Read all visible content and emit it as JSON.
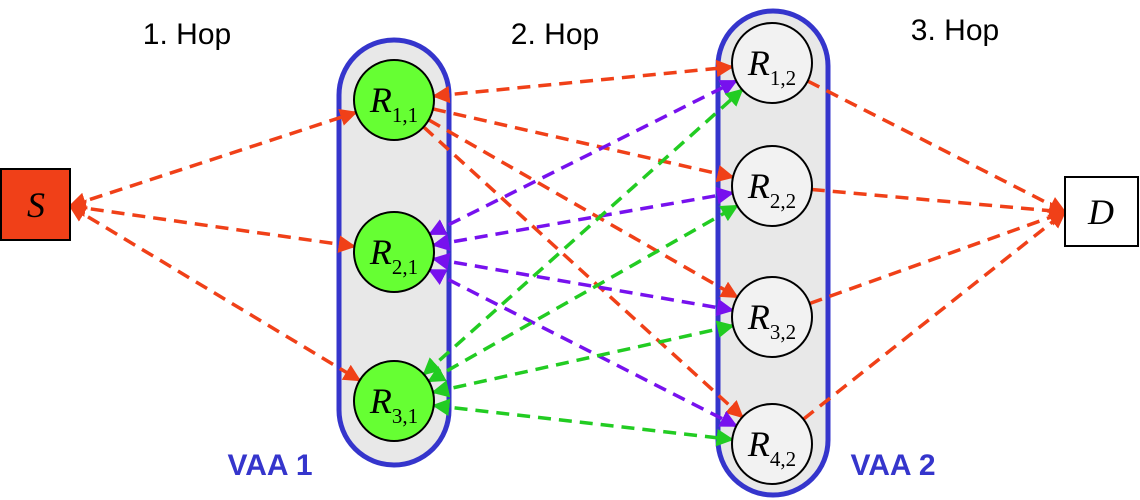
{
  "colors": {
    "vaa_border": "#3535cc",
    "vaa_fill": "#e8e8e8",
    "vaa1_node_fill": "#66ff33",
    "vaa2_node_fill": "#f2f2f2",
    "source_fill": "#f04018",
    "destination_fill": "#ffffff",
    "red_arrow": "#f04018",
    "purple_arrow": "#7711ee",
    "green_arrow": "#22cc22",
    "label_blue": "#3535cc"
  },
  "hops": {
    "hop1": "1. Hop",
    "hop2": "2. Hop",
    "hop3": "3. Hop"
  },
  "groups": {
    "vaa1": "VAA 1",
    "vaa2": "VAA 2"
  },
  "endpoints": {
    "source": "S",
    "destination": "D"
  },
  "relays_vaa1": [
    {
      "main": "R",
      "sub": "1,1"
    },
    {
      "main": "R",
      "sub": "2,1"
    },
    {
      "main": "R",
      "sub": "3,1"
    }
  ],
  "relays_vaa2": [
    {
      "main": "R",
      "sub": "1,2"
    },
    {
      "main": "R",
      "sub": "2,2"
    },
    {
      "main": "R",
      "sub": "3,2"
    },
    {
      "main": "R",
      "sub": "4,2"
    }
  ]
}
